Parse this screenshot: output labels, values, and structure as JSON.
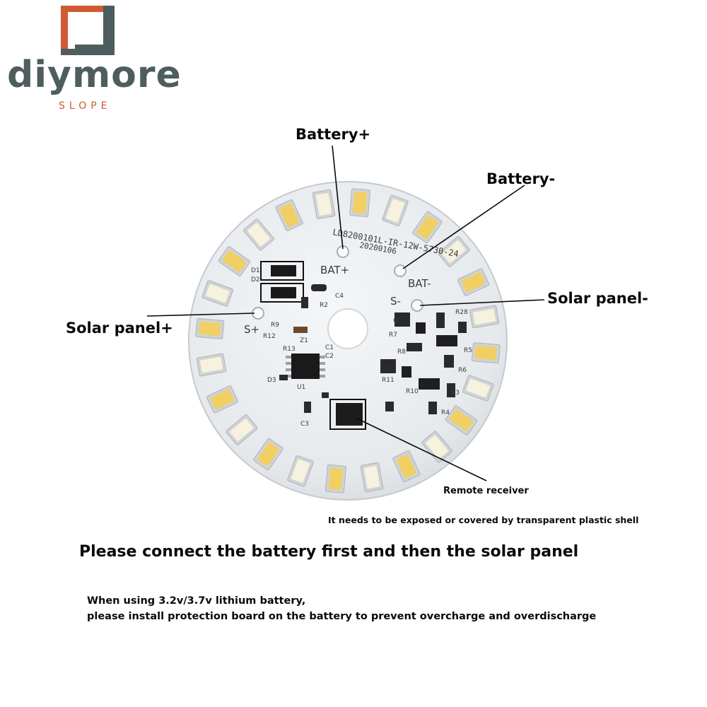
{
  "brand": {
    "name": "diymore",
    "tagline": "SLOPE",
    "colors": {
      "mark_outer": "#d05a32",
      "mark_inner": "#4e5d5d",
      "name": "#4e5d5d",
      "tagline": "#d05a32"
    }
  },
  "callouts": {
    "battery_plus": "Battery+",
    "battery_minus": "Battery-",
    "solar_minus": "Solar panel-",
    "solar_plus": "Solar panel+",
    "remote_receiver": "Remote receiver"
  },
  "notes": {
    "expose": "It needs to be exposed or covered by transparent plastic shell",
    "main_instruction": "Please connect the battery first and then the solar panel",
    "warning_line1": "When using 3.2v/3.7v lithium battery,",
    "warning_line2": "please install protection board on the battery to prevent overcharge and overdischarge"
  },
  "board": {
    "part_number": "LD8200101L-IR-12W-5730-24",
    "date_code": "20200106",
    "pad_labels": {
      "bat_plus": "BAT+",
      "bat_minus": "BAT-",
      "s_plus": "S+",
      "s_minus": "S-"
    },
    "led_count": 24,
    "component_labels": [
      "D1",
      "D2",
      "C4",
      "R2",
      "Z1",
      "R13",
      "R12",
      "U1",
      "C2",
      "C1",
      "D3",
      "C3",
      "R28",
      "R5",
      "R6",
      "R3",
      "R4",
      "Q1",
      "R7",
      "R8",
      "R9",
      "R10",
      "R11"
    ],
    "colors": {
      "pcb": "#ebeef1",
      "led_warm": "#f2cf63",
      "led_cool": "#f7f2dd",
      "led_frame": "#cfd3d6",
      "ink": "#3a3a3a"
    }
  }
}
